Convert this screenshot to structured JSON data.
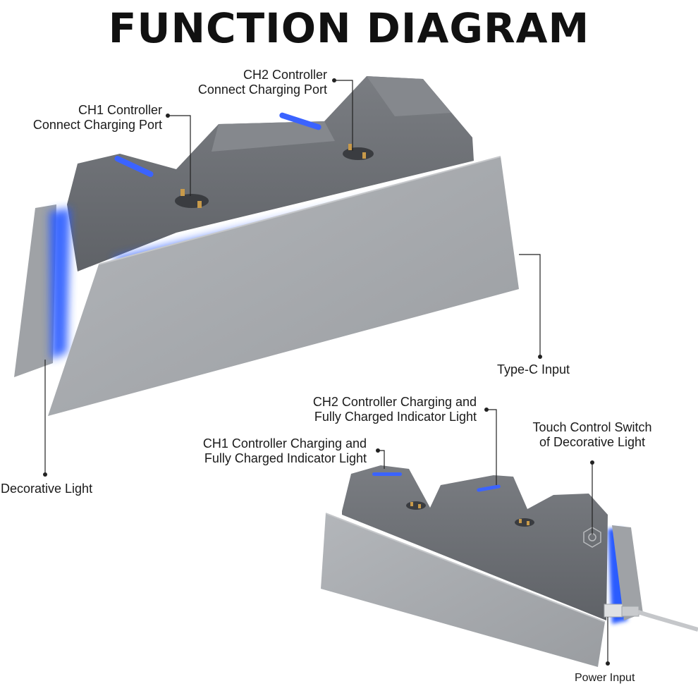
{
  "title": "FUNCTION DIAGRAM",
  "labels": {
    "ch2_port": [
      "CH2 Controller",
      "Connect Charging Port"
    ],
    "ch1_port": [
      "CH1 Controller",
      "Connect Charging Port"
    ],
    "type_c": "Type-C Input",
    "decorative_light": "Decorative Light",
    "ch2_indicator": [
      "CH2 Controller Charging and",
      "Fully Charged Indicator Light"
    ],
    "ch1_indicator": [
      "CH1 Controller Charging and",
      "Fully Charged Indicator Light"
    ],
    "touch_switch": [
      "Touch Control Switch",
      "of Decorative Light"
    ],
    "power_input": "Power Input"
  },
  "colors": {
    "body_dark": "#6d7075",
    "plate_light": "#a4a7ab",
    "glow": "#2a5cff",
    "leader": "#222222"
  }
}
